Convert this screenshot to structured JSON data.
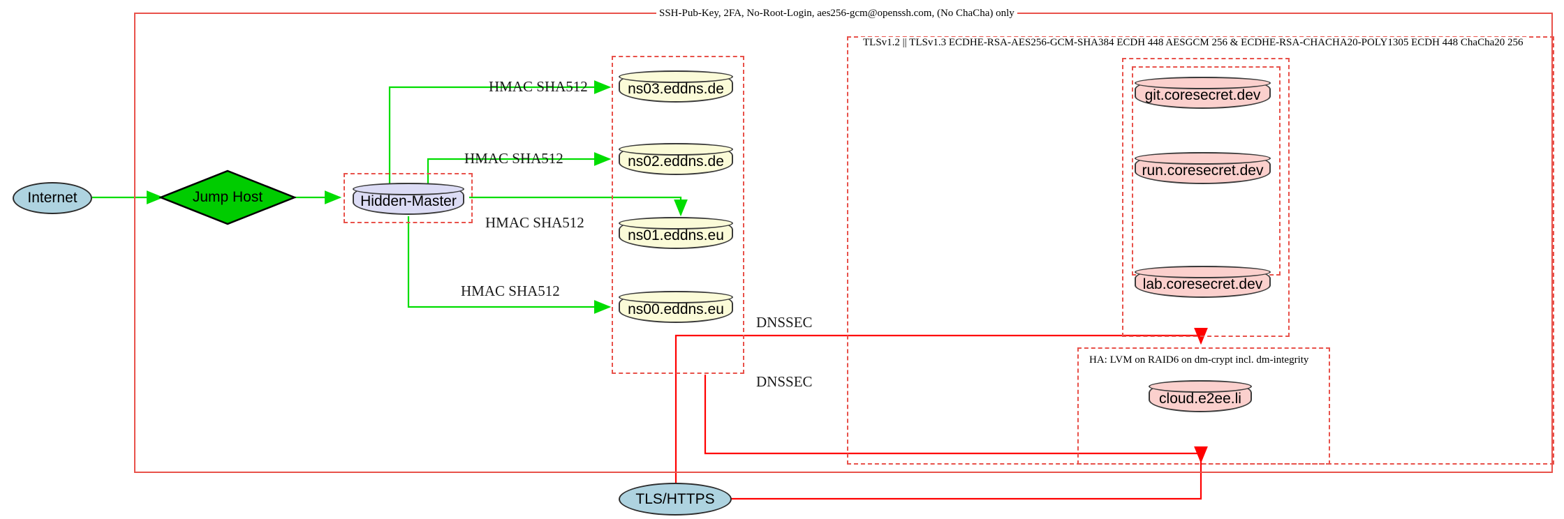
{
  "diagram": {
    "title_text": "SSH-Pub-Key, 2FA, No-Root-Login, aes256-gcm@openssh.com, (No ChaCha) only",
    "colors": {
      "cluster_border": "#e8514a",
      "green_edge": "#00dd00",
      "red_edge": "#ff0000",
      "ellipse_fill": "#aed3e0",
      "diamond_fill": "#00cc00",
      "db_beige_fill": "#fbfbd8",
      "db_lavender_fill": "#dcdcf5",
      "db_pink_fill": "#fbd0cd"
    }
  },
  "clusters": {
    "outer_ssh": {
      "label": "SSH-Pub-Key, 2FA, No-Root-Login, aes256-gcm@openssh.com, (No ChaCha) only"
    },
    "tls_outer": {
      "label": "TLSv1.2 || TLSv1.3 ECDHE-RSA-AES256-GCM-SHA384 ECDH 448 AESGCM 256 & ECDHE-RSA-CHACHA20-POLY1305 ECDH 448 ChaCha20 256"
    },
    "ha_storage": {
      "label": "HA: LVM on RAID6 on dm-crypt incl. dm-integrity"
    },
    "hidden_master_box": {
      "label": ""
    },
    "nameserver_box": {
      "label": ""
    },
    "coresecret_outer": {
      "label": ""
    },
    "coresecret_inner": {
      "label": ""
    }
  },
  "nodes": {
    "internet": {
      "label": "Internet",
      "shape": "ellipse"
    },
    "jump_host": {
      "label": "Jump Host",
      "shape": "diamond"
    },
    "hidden_master": {
      "label": "Hidden-Master",
      "shape": "cylinder"
    },
    "ns03": {
      "label": "ns03.eddns.de",
      "shape": "cylinder"
    },
    "ns02": {
      "label": "ns02.eddns.de",
      "shape": "cylinder"
    },
    "ns01": {
      "label": "ns01.eddns.eu",
      "shape": "cylinder"
    },
    "ns00": {
      "label": "ns00.eddns.eu",
      "shape": "cylinder"
    },
    "git": {
      "label": "git.coresecret.dev",
      "shape": "cylinder"
    },
    "run": {
      "label": "run.coresecret.dev",
      "shape": "cylinder"
    },
    "lab": {
      "label": "lab.coresecret.dev",
      "shape": "cylinder"
    },
    "cloud": {
      "label": "cloud.e2ee.li",
      "shape": "cylinder"
    },
    "tls_https": {
      "label": "TLS/HTTPS",
      "shape": "ellipse"
    }
  },
  "edge_labels": {
    "hmac_ns03": "HMAC SHA512",
    "hmac_ns02": "HMAC SHA512",
    "hmac_ns01": "HMAC SHA512",
    "hmac_ns00": "HMAC SHA512",
    "dnssec_upper": "DNSSEC",
    "dnssec_lower": "DNSSEC"
  }
}
